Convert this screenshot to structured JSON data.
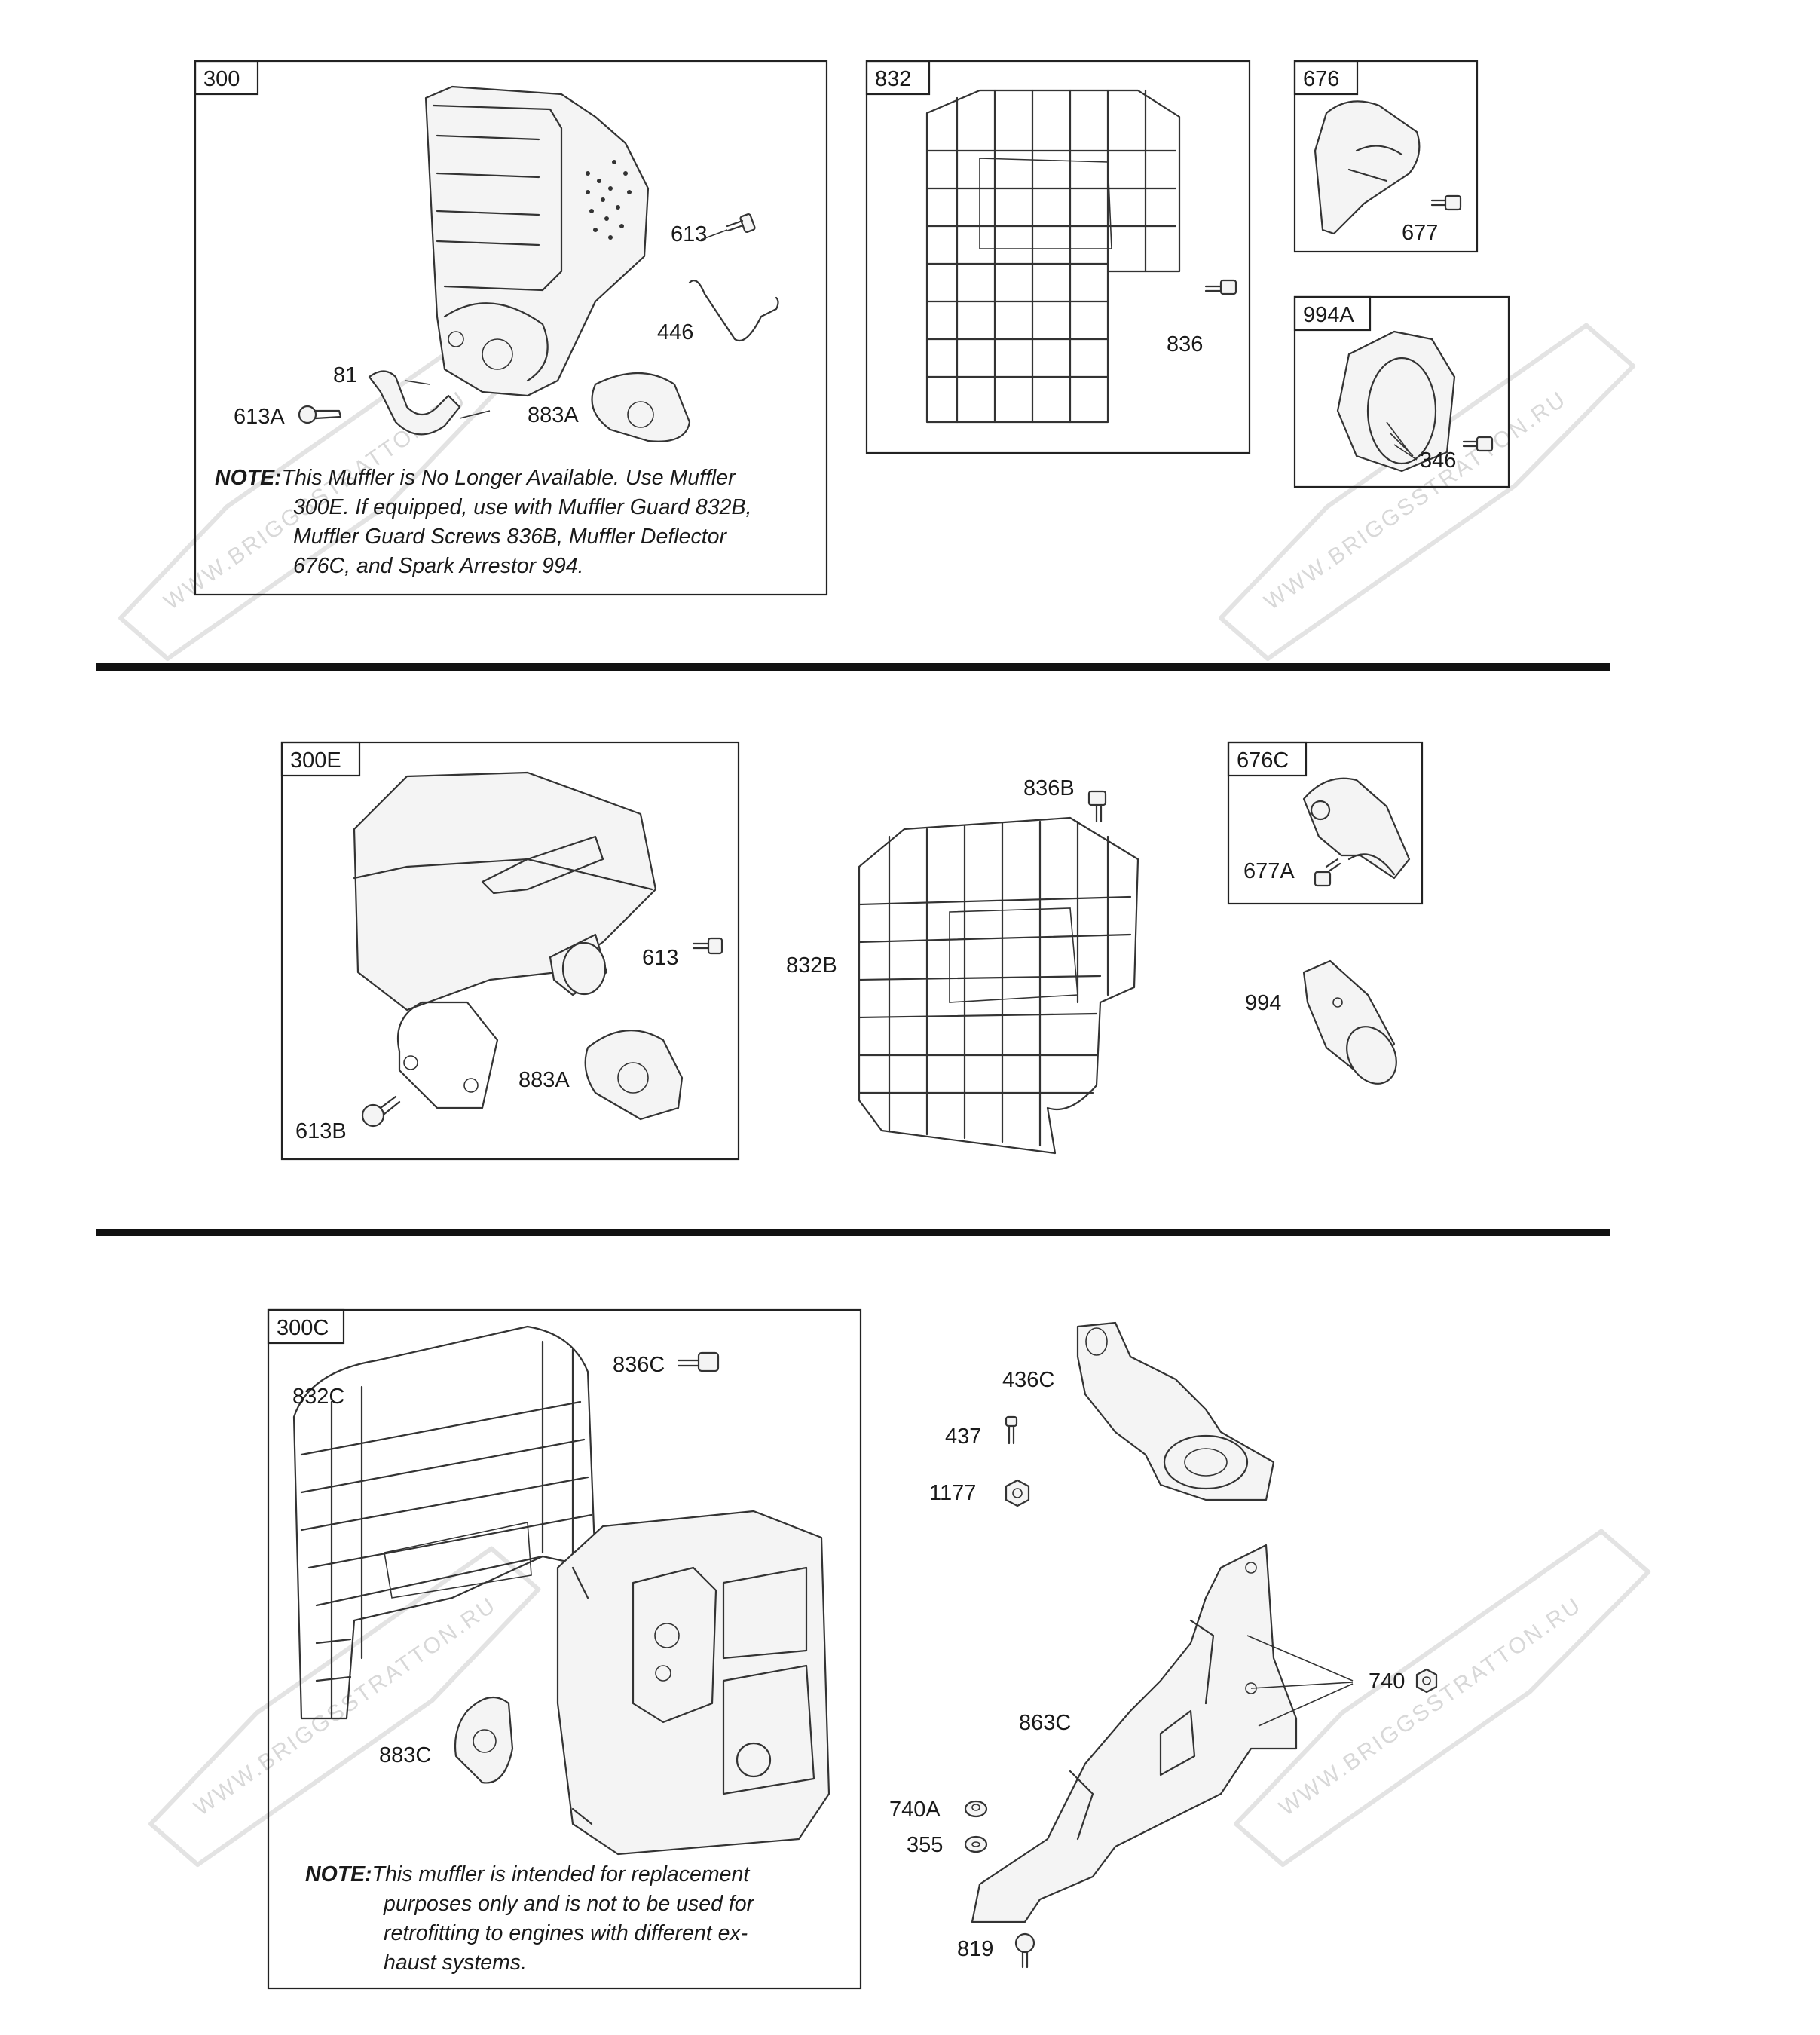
{
  "watermark": "WWW.BRIGGSSTRATTON.RU",
  "colors": {
    "ink": "#1a1a1a",
    "watermark": "#d8d8d8",
    "background": "#ffffff"
  },
  "sections": [
    {
      "boxes": [
        "300",
        "832",
        "676",
        "994A"
      ],
      "callouts": [
        "613",
        "446",
        "81",
        "613A",
        "883A",
        "836",
        "677",
        "346"
      ],
      "note": {
        "prefix": "NOTE:",
        "lines": [
          "This Muffler is No Longer Available. Use Muffler",
          "300E. If equipped, use with Muffler Guard 832B,",
          "Muffler Guard Screws 836B, Muffler Deflector",
          "676C, and Spark Arrestor 994."
        ]
      }
    },
    {
      "boxes": [
        "300E",
        "676C"
      ],
      "callouts": [
        "613",
        "883A",
        "613B",
        "836B",
        "832B",
        "677A",
        "994"
      ]
    },
    {
      "boxes": [
        "300C"
      ],
      "callouts": [
        "836C",
        "832C",
        "883C",
        "436C",
        "437",
        "1177",
        "740",
        "863C",
        "740A",
        "355",
        "819"
      ],
      "note": {
        "prefix": "NOTE:",
        "lines": [
          "This muffler is intended for replacement",
          "purposes only and is not to be used for",
          "retrofitting to engines with different ex-",
          "haust systems."
        ]
      }
    }
  ]
}
